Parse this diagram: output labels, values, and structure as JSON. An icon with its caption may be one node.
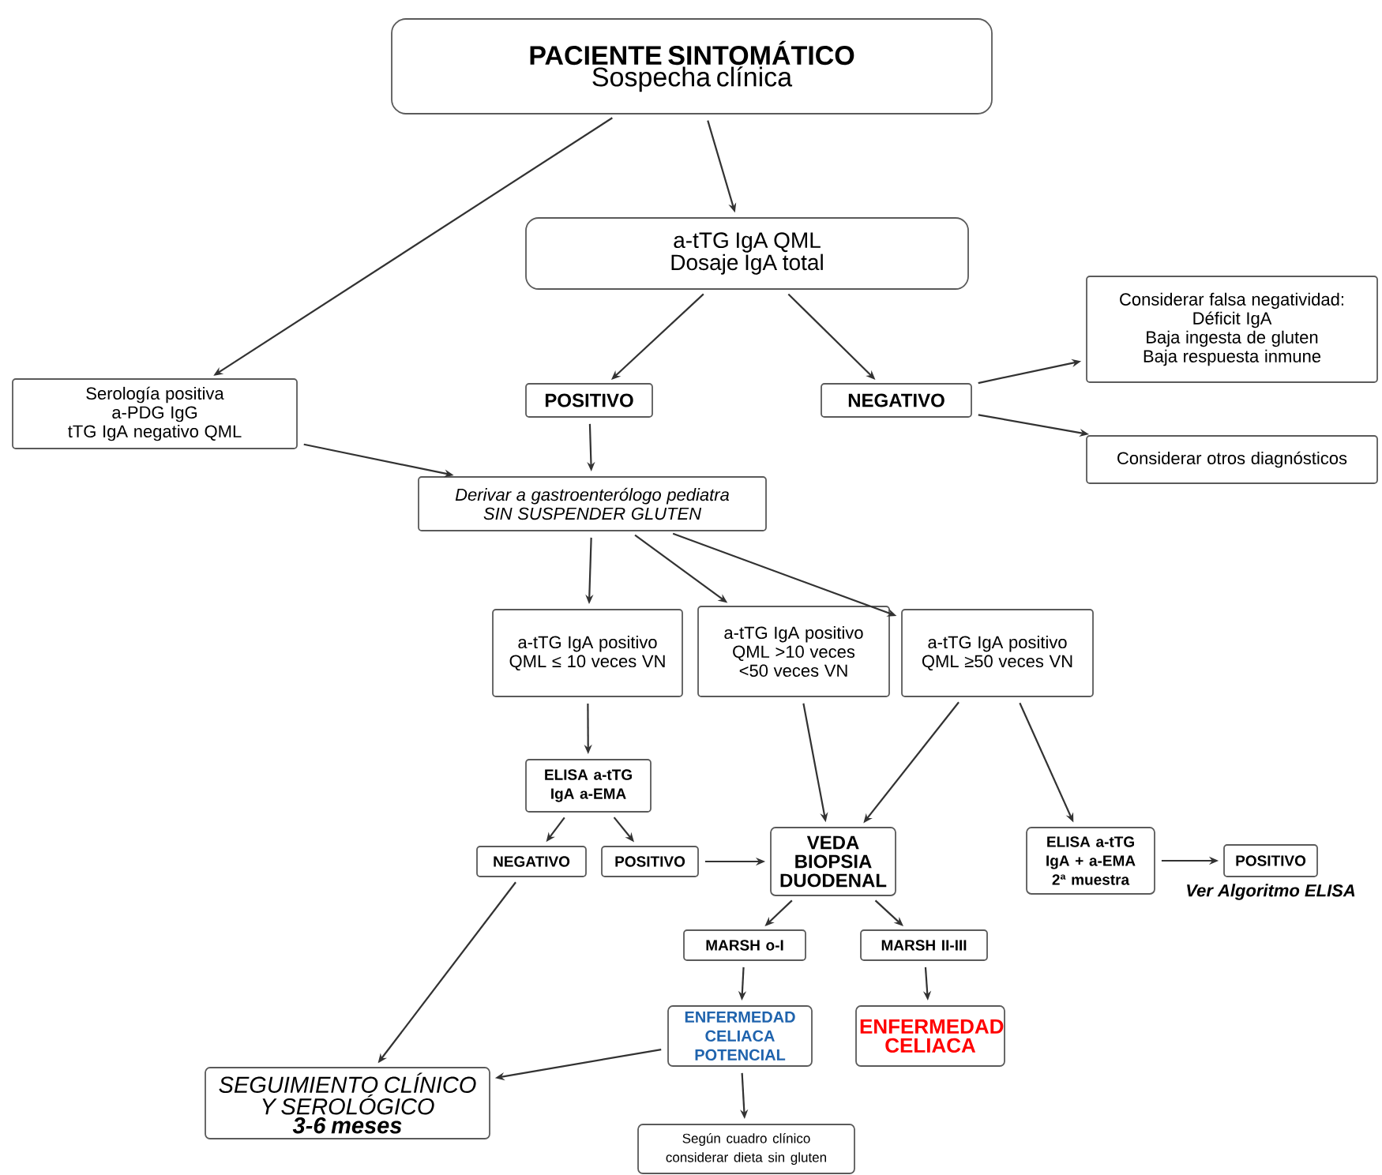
{
  "diagram": {
    "nodes": [
      {
        "text": [
          "PACIENTE SINTOMÁTICO",
          "Sospecha clínica"
        ]
      },
      {
        "text": [
          "a-tTG IgA QML",
          "Dosaje IgA total"
        ]
      },
      {
        "text": [
          "Serología positiva",
          "a-PDG IgG",
          "tTG IgA negativo QML"
        ]
      },
      {
        "text": [
          "POSITIVO"
        ]
      },
      {
        "text": [
          "NEGATIVO"
        ]
      },
      {
        "text": [
          "Considerar falsa negatividad:",
          "Déficit IgA",
          "Baja ingesta de gluten",
          "Baja respuesta inmune"
        ]
      },
      {
        "text": [
          "Considerar otros diagnósticos"
        ]
      },
      {
        "text": [
          "Derivar a gastroenterólogo pediatra",
          "SIN SUSPENDER GLUTEN"
        ]
      },
      {
        "text": [
          "a-tTG IgA positivo QML ≤ 10 veces VN"
        ]
      },
      {
        "text": [
          "a-tTG IgA positivo QML >10 veces <50 veces VN"
        ]
      },
      {
        "text": [
          "a-tTG IgA positivo QML ≥50 veces VN"
        ]
      },
      {
        "text": [
          "ELISA a-tTG IgA a-EMA"
        ]
      },
      {
        "text": [
          "NEGATIVO"
        ]
      },
      {
        "text": [
          "POSITIVO"
        ]
      },
      {
        "text": [
          "VEDA BIOPSIA DUODENAL"
        ]
      },
      {
        "text": [
          "ELISA a-tTG IgA + a-EMA 2ª muestra"
        ]
      },
      {
        "text": [
          "POSITIVO"
        ],
        "beside": [
          "Ver Algoritmo ELISA"
        ]
      },
      {
        "text": [
          "MARSH o-I"
        ]
      },
      {
        "text": [
          "MARSH II-III"
        ]
      },
      {
        "text": [
          "ENFERMEDAD CELIACA POTENCIAL"
        ]
      },
      {
        "text": [
          "ENFERMEDAD CELIACA"
        ]
      },
      {
        "text": [
          "SEGUIMIENTO CLÍNICO Y SEROLÓGICO",
          "3-6 meses"
        ]
      },
      {
        "text": [
          "Según cuadro clínico considerar dieta sin gluten"
        ]
      }
    ],
    "edges": [
      {
        "from": 0,
        "to": 2,
        "arrow": "to"
      },
      {
        "from": 0,
        "to": 1,
        "arrow": "to"
      },
      {
        "from": 1,
        "to": 3,
        "arrow": "to"
      },
      {
        "from": 1,
        "to": 4,
        "arrow": "to"
      },
      {
        "from": 4,
        "to": 5,
        "arrow": "to"
      },
      {
        "from": 4,
        "to": 6,
        "arrow": "to"
      },
      {
        "from": 2,
        "to": 7,
        "arrow": "to"
      },
      {
        "from": 3,
        "to": 7,
        "arrow": "to"
      },
      {
        "from": 7,
        "to": 8,
        "arrow": "to"
      },
      {
        "from": 7,
        "to": 9,
        "arrow": "to"
      },
      {
        "from": 7,
        "to": 10,
        "arrow": "to"
      },
      {
        "from": 8,
        "to": 11,
        "arrow": "to"
      },
      {
        "from": 11,
        "to": 12,
        "arrow": "to"
      },
      {
        "from": 11,
        "to": 13,
        "arrow": "to"
      },
      {
        "from": 13,
        "to": 14,
        "arrow": "to"
      },
      {
        "from": 9,
        "to": 14,
        "arrow": "to"
      },
      {
        "from": 10,
        "to": 14,
        "arrow": "to"
      },
      {
        "from": 10,
        "to": 15,
        "arrow": "to"
      },
      {
        "from": 15,
        "to": 16,
        "arrow": "to"
      },
      {
        "from": 14,
        "to": 17,
        "arrow": "to"
      },
      {
        "from": 14,
        "to": 18,
        "arrow": "to"
      },
      {
        "from": 17,
        "to": 19,
        "arrow": "to"
      },
      {
        "from": 18,
        "to": 20,
        "arrow": "to"
      },
      {
        "from": 12,
        "to": 21,
        "arrow": "to"
      },
      {
        "from": 19,
        "to": 21,
        "arrow": "to"
      },
      {
        "from": 19,
        "to": 22,
        "arrow": "to"
      }
    ]
  }
}
